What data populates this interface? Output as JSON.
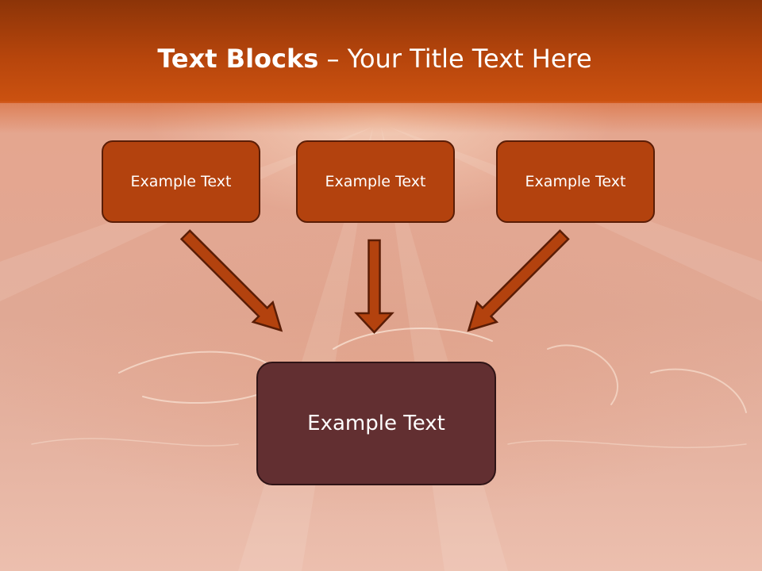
{
  "title": {
    "bold_part": "Text Blocks",
    "dash": " – ",
    "rest": "Your Title Text Here"
  },
  "blocks": {
    "top": [
      "Example Text",
      "Example Text",
      "Example Text"
    ],
    "bottom": "Example Text"
  },
  "colors": {
    "header": "#b6450c",
    "top_block_fill": "#b3420e",
    "top_block_border": "#5a1d06",
    "bottom_block_fill": "#622f31",
    "arrow_fill": "#b3420e",
    "arrow_border": "#5a1d06"
  }
}
